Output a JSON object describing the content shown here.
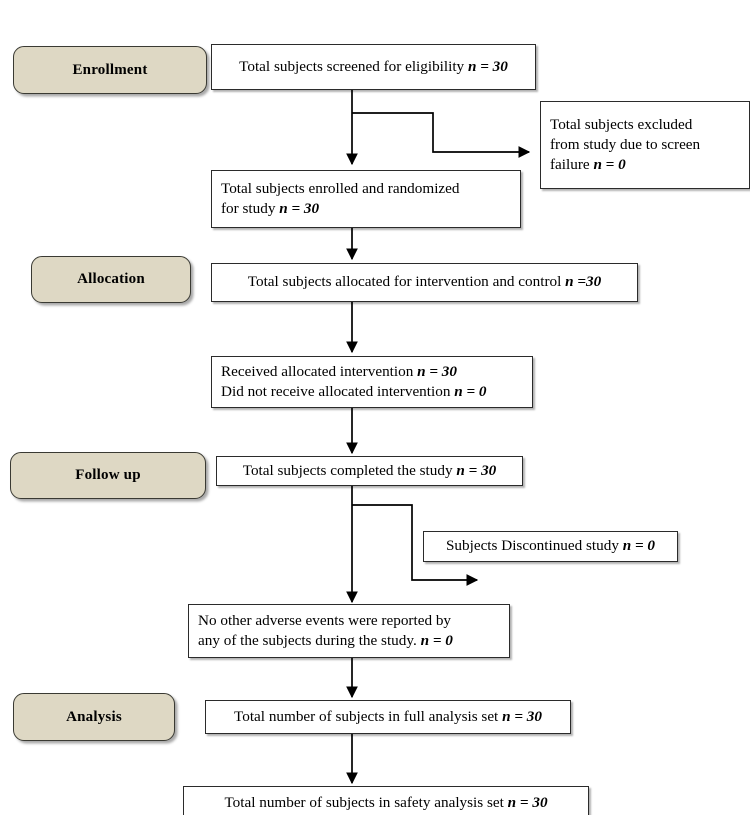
{
  "diagram": {
    "title": "CONSORT subject flow diagram",
    "type": "flowchart",
    "colors": {
      "pill_fill": "#ded8c4",
      "pill_border": "#3a3a33",
      "box_fill": "#ffffff",
      "box_border": "#2b2b2b",
      "connector": "#000000",
      "background": "#ffffff"
    }
  },
  "stages": [
    {
      "id": "enrollment",
      "label": "Enrollment"
    },
    {
      "id": "allocation",
      "label": "Allocation"
    },
    {
      "id": "followup",
      "label": "Follow up"
    },
    {
      "id": "analysis",
      "label": "Analysis"
    }
  ],
  "nodes": {
    "screened": {
      "text": "Total subjects screened for eligibility n = 30",
      "n": 30
    },
    "excluded": {
      "text": "Total subjects excluded\n from study due to screen\nfailure n = 0",
      "n": 0
    },
    "enrolled": {
      "text": "Total subjects enrolled and randomized\nfor study n = 30",
      "n": 30
    },
    "allocated": {
      "text": "Total subjects allocated for intervention and control n =30",
      "n": 30
    },
    "received": {
      "text": "Received allocated intervention n = 30\nDid not receive allocated intervention n = 0",
      "n": 30
    },
    "completed": {
      "text": "Total subjects completed the study n = 30",
      "n": 30
    },
    "discontinued": {
      "text": "Subjects Discontinued study n = 0",
      "n": 0
    },
    "adverse": {
      "text": "No other adverse events were reported by\nany of the subjects during the study. n = 0",
      "n": 0
    },
    "full_analysis": {
      "text": "Total number of subjects in full analysis set n = 30",
      "n": 30
    },
    "safety_analysis": {
      "text": "Total number of subjects in safety analysis set n = 30",
      "n": 30
    }
  }
}
